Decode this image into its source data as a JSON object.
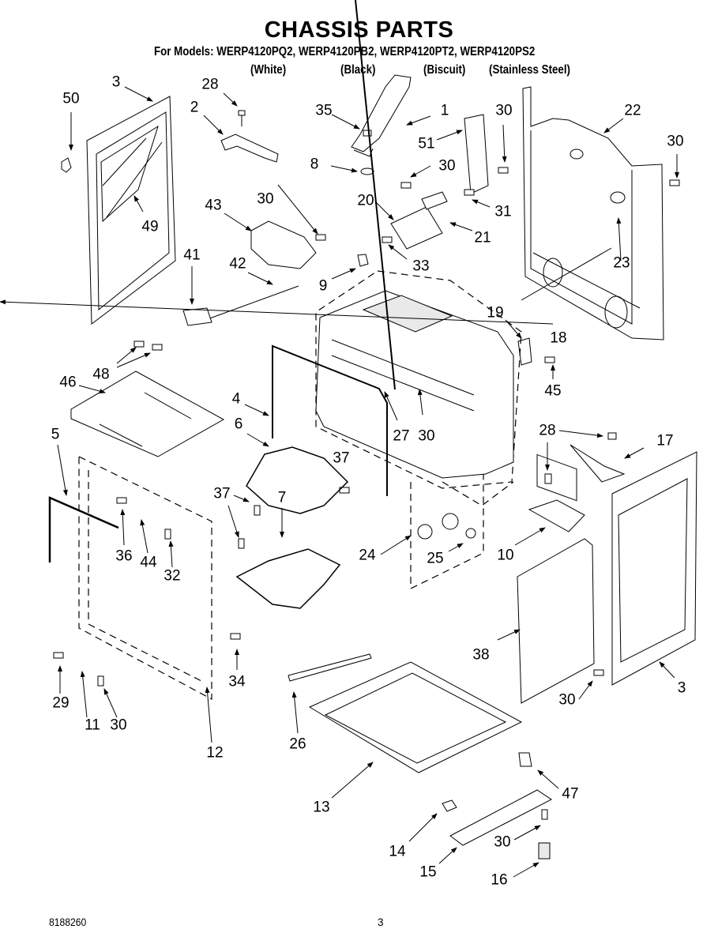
{
  "header": {
    "title": "CHASSIS PARTS",
    "models_line": "For Models: WERP4120PQ2, WERP4120PB2, WERP4120PT2, WERP4120PS2",
    "colors": [
      "(White)",
      "(Black)",
      "(Biscuit)",
      "(Stainless Steel)"
    ]
  },
  "callouts": {
    "c3_top": "3",
    "c50": "50",
    "c28_top": "28",
    "c2": "2",
    "c49": "49",
    "c35": "35",
    "c1": "1",
    "c8": "8",
    "c51": "51",
    "c30_a": "30",
    "c30_b": "30",
    "c22": "22",
    "c30_c": "30",
    "c43": "43",
    "c30_d": "30",
    "c20": "20",
    "c21": "21",
    "c31": "31",
    "c41": "41",
    "c42": "42",
    "c9": "9",
    "c33": "33",
    "c23": "23",
    "c18": "18",
    "c19": "19",
    "c45": "45",
    "c48": "48",
    "c46": "46",
    "c4": "4",
    "c27": "27",
    "c30_e": "30",
    "c6": "6",
    "c5": "5",
    "c37_a": "37",
    "c37_b": "37",
    "c7": "7",
    "c28_b": "28",
    "c17": "17",
    "c36": "36",
    "c44": "44",
    "c32": "32",
    "c24": "24",
    "c25": "25",
    "c10": "10",
    "c38": "38",
    "c3_b": "3",
    "c34": "34",
    "c29": "29",
    "c11": "11",
    "c30_f": "30",
    "c12": "12",
    "c26": "26",
    "c30_g": "30",
    "c13": "13",
    "c47": "47",
    "c14": "14",
    "c30_h": "30",
    "c15": "15",
    "c16": "16"
  },
  "footer": {
    "document_number": "8188260",
    "page_number": "3"
  }
}
